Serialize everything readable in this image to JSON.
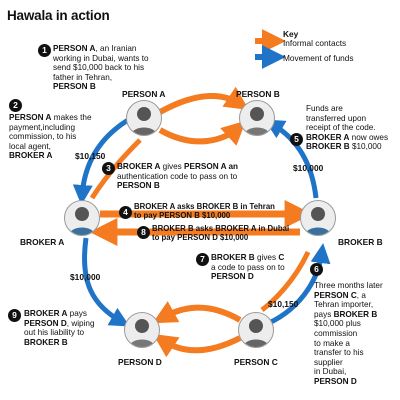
{
  "title": "Hawala in action",
  "key": {
    "heading": "Key",
    "informal_label": "Informal contacts",
    "funds_label": "Movement of funds",
    "informal_color": "#f47b20",
    "funds_color": "#1f74c8"
  },
  "people": {
    "person_a": "PERSON A",
    "person_b": "PERSON B",
    "broker_a": "BROKER A",
    "broker_b": "BROKER B",
    "person_c": "PERSON C",
    "person_d": "PERSON D"
  },
  "amounts": {
    "a_to_broker": "$10,150",
    "b_inflow": "$10,000",
    "broker_to_d": "$10,000",
    "c_to_broker": "$10,150"
  },
  "steps": {
    "s1": {
      "num": "1",
      "lines": [
        [
          "PERSON A",
          ", an Iranian"
        ],
        [
          "",
          "working in Dubai, wants to"
        ],
        [
          "",
          "send $10,000 back to his"
        ],
        [
          "",
          "father in Tehran,"
        ],
        [
          "PERSON B",
          ""
        ]
      ]
    },
    "s2": {
      "num": "2",
      "lines": [
        [
          "PERSON A",
          " makes the"
        ],
        [
          "",
          "payment,including"
        ],
        [
          "",
          "commission, to his"
        ],
        [
          "",
          "local agent,"
        ],
        [
          "BROKER A",
          ""
        ]
      ]
    },
    "s3": {
      "num": "3",
      "lines": [
        [
          "BROKER A",
          " gives "
        ],
        [
          "",
          "authentication code to pass on to"
        ],
        [
          "PERSON B",
          ""
        ]
      ],
      "tail": "PERSON A an"
    },
    "s4": {
      "num": "4",
      "line1": "BROKER A asks BROKER B in Tehran",
      "line2": "to pay PERSON B $10,000"
    },
    "s5": {
      "num": "5",
      "lines": [
        [
          "",
          "Funds are"
        ],
        [
          "",
          "transferred upon"
        ],
        [
          "",
          "receipt of the code."
        ],
        [
          "BROKER A",
          " now owes"
        ],
        [
          "BROKER B",
          " $10,000"
        ]
      ]
    },
    "s6": {
      "num": "6",
      "lines": [
        [
          "",
          "Three months later"
        ],
        [
          "PERSON C",
          ", a"
        ],
        [
          "",
          "Tehran importer,"
        ],
        [
          "",
          "pays "
        ],
        [
          "",
          "$10,000 plus"
        ],
        [
          "",
          "commission"
        ],
        [
          "",
          "to make a"
        ],
        [
          "",
          "transfer to his"
        ],
        [
          "",
          "supplier"
        ],
        [
          "",
          "in Dubai,"
        ],
        [
          "PERSON D",
          ""
        ]
      ],
      "pays_bold": "BROKER B"
    },
    "s7": {
      "num": "7",
      "lines": [
        [
          "BROKER B",
          " gives "
        ],
        [
          "",
          "a code to pass on to"
        ],
        [
          "PERSON D",
          ""
        ]
      ],
      "tail": "C"
    },
    "s8": {
      "num": "8",
      "line1": "BROKER B asks BROKER A in Dubai",
      "line2": "to pay PERSON D $10,000"
    },
    "s9": {
      "num": "9",
      "lines": [
        [
          "BROKER A",
          " pays"
        ],
        [
          "PERSON D",
          ", wiping"
        ],
        [
          "",
          "out his liability to"
        ],
        [
          "BROKER B",
          ""
        ]
      ]
    }
  }
}
